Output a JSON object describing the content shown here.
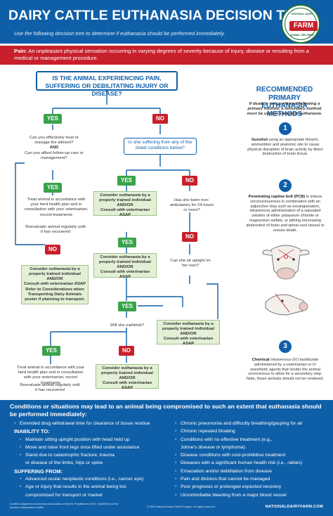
{
  "header": {
    "title": "DAIRY CATTLE EUTHANASIA DECISION TREE",
    "subtitle": "Use the following decision tree to determine if euthanasia should be performed immediately.",
    "logo_word": "FARM",
    "logo_top": "NATIONAL DAIRY",
    "logo_bottom": "ANIMAL WELFARE"
  },
  "pain_definition": {
    "label": "Pain:",
    "text": " An unpleasant physical sensation occurring in varying degrees of severity because of injury, disease or resulting from a medical or management procedure."
  },
  "flow": {
    "main_question": "IS THE ANIMAL EXPERIENCING  PAIN, SUFFERING OR DEBILITATING INJURY OR DISEASE?",
    "yes": "YES",
    "no": "NO",
    "and": "AND",
    "andor": "AND/OR",
    "q_treat_1": "Can you effectively treat or manage the ailment?",
    "q_treat_2": "Can you afford follow-up care or management?",
    "q_conditions": "Is she suffering from any of the listed conditions below?",
    "treat_plan": "Treat animal in accordance with your herd health plan and in consultation with your veterinarian; record treatments",
    "reevaluate": "Reevaluate animal regularly until it has recovered",
    "consider_trained": "Consider euthanasia by a properly trained individual",
    "consult_asap": "Consult with veterinarian ASAP",
    "consider_short": "Consider euthanasia by a properly trained individual",
    "refer": "Refer to Considerations when Transporting Dairy Animals poster if planning to transport.",
    "q_nonambulatory": "Has she been non-ambulatory for 24 hours or more?",
    "q_sit": "Can she sit upright on her own?",
    "q_eat": "Will she eat/drink?",
    "treat_plan_2": "Treat animal in accordance with your herd health plan and in consultation with your veterinarian; record treatments",
    "reevaluate_2": "Reevaluate animal regularly until it has recovered"
  },
  "sidebar": {
    "heading": "RECOMMENDED PRIMARY EUTHANASIA METHODS",
    "note": "If death is not confirmed following a primary method, a secondary method must be used to complete euthanasia.",
    "methods": [
      {
        "num": "1",
        "name": "Gunshot",
        "text": " using an appropriate firearm, ammunition and anatomic site to cause physical disruption of brain activity by direct destruction of brain tissue."
      },
      {
        "num": "2",
        "name": "Penetrating captive bolt (PCB)",
        "text": " to induce unconsciousness in combination with an adjunctive step such as exsanguination, intravenous administration of a saturated solution of either potassium chloride or magnesium sulfate, or pithing (increasing destruction of brain and spinal cord tissue) to ensure death."
      },
      {
        "num": "3",
        "name": "Chemical",
        "text": " Intravenous (IV) barbiturate administered by a veterinarian or IV anesthetic agents that render the animal unconscious to allow for a secondary step. Note, these animals should not be rendered."
      }
    ]
  },
  "conditions": {
    "heading": "Conditions or situations may lead to an animal being compromised to such an extent that euthanasia should be performed immediately:",
    "left": [
      {
        "kind": "li",
        "text": "Extended drug withdrawal time for clearance of tissue residue"
      },
      {
        "kind": "hd",
        "text": "INABILITY TO:"
      },
      {
        "kind": "sub",
        "text": "Maintain sitting upright position with head held up"
      },
      {
        "kind": "sub",
        "text": "Move and raise front legs once lifted under assistance"
      },
      {
        "kind": "sub",
        "text": "Stand due to catastrophic fracture, trauma"
      },
      {
        "kind": "cont",
        "text": "or disease of the limbs, hips or spine"
      },
      {
        "kind": "hd",
        "text": "SUFFERING FROM:"
      },
      {
        "kind": "sub",
        "text": "Advanced ocular neoplastic conditions (i.e., cancer eye)"
      },
      {
        "kind": "sub",
        "text": "Age or injury that results in the animal being too"
      },
      {
        "kind": "cont",
        "text": "compromised for transport or market"
      }
    ],
    "right": [
      {
        "kind": "li",
        "text": "Chronic pneumonia and difficulty breathing/gasping for air"
      },
      {
        "kind": "li",
        "text": "Chronic repeated bloating"
      },
      {
        "kind": "li",
        "text": "Conditions with no effective treatment (e.g.,"
      },
      {
        "kind": "cont",
        "text": "Johne's disease or lymphoma)"
      },
      {
        "kind": "li",
        "text": "Disease conditions with cost-prohibitive treatment"
      },
      {
        "kind": "li",
        "text": "Diseases with a significant human health risk (i.e., rabies)"
      },
      {
        "kind": "li",
        "text": "Emaciation and/or debilitation from disease"
      },
      {
        "kind": "li",
        "text": "Pain and distress that cannot be managed"
      },
      {
        "kind": "li",
        "text": "Poor prognosis or prolonged expected recovery"
      },
      {
        "kind": "li",
        "text": "Uncontrollable bleeding from a major blood vessel"
      }
    ]
  },
  "footer": {
    "source": "Content adapted from American Association of Bovine Practitioners 2019. Guidelines for the humane euthanasia of cattle.",
    "copyright": "© 2020 National Dairy FARM Program. All rights reserved.",
    "url": "NATIONALDAIRYFARM.COM"
  },
  "colors": {
    "blue": "#0f5fa8",
    "red": "#c8202b",
    "green": "#3aa34a",
    "light_green": "#e4f0d6"
  }
}
